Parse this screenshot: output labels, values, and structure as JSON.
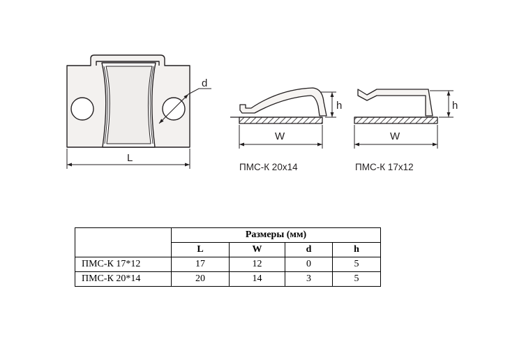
{
  "drawing": {
    "label_d": "d",
    "label_L": "L",
    "label_h_a": "h",
    "label_W_a": "W",
    "caption_a": "ПМС-К 20х14",
    "label_h_b": "h",
    "label_W_b": "W",
    "caption_b": "ПМС-К 17х12"
  },
  "table": {
    "group_header": "Размеры (мм)",
    "columns": [
      "L",
      "W",
      "d",
      "h"
    ],
    "rows": [
      {
        "name": "ПМС-К 17*12",
        "values": [
          "17",
          "12",
          "0",
          "5"
        ]
      },
      {
        "name": "ПМС-К 20*14",
        "values": [
          "20",
          "14",
          "3",
          "5"
        ]
      }
    ]
  }
}
